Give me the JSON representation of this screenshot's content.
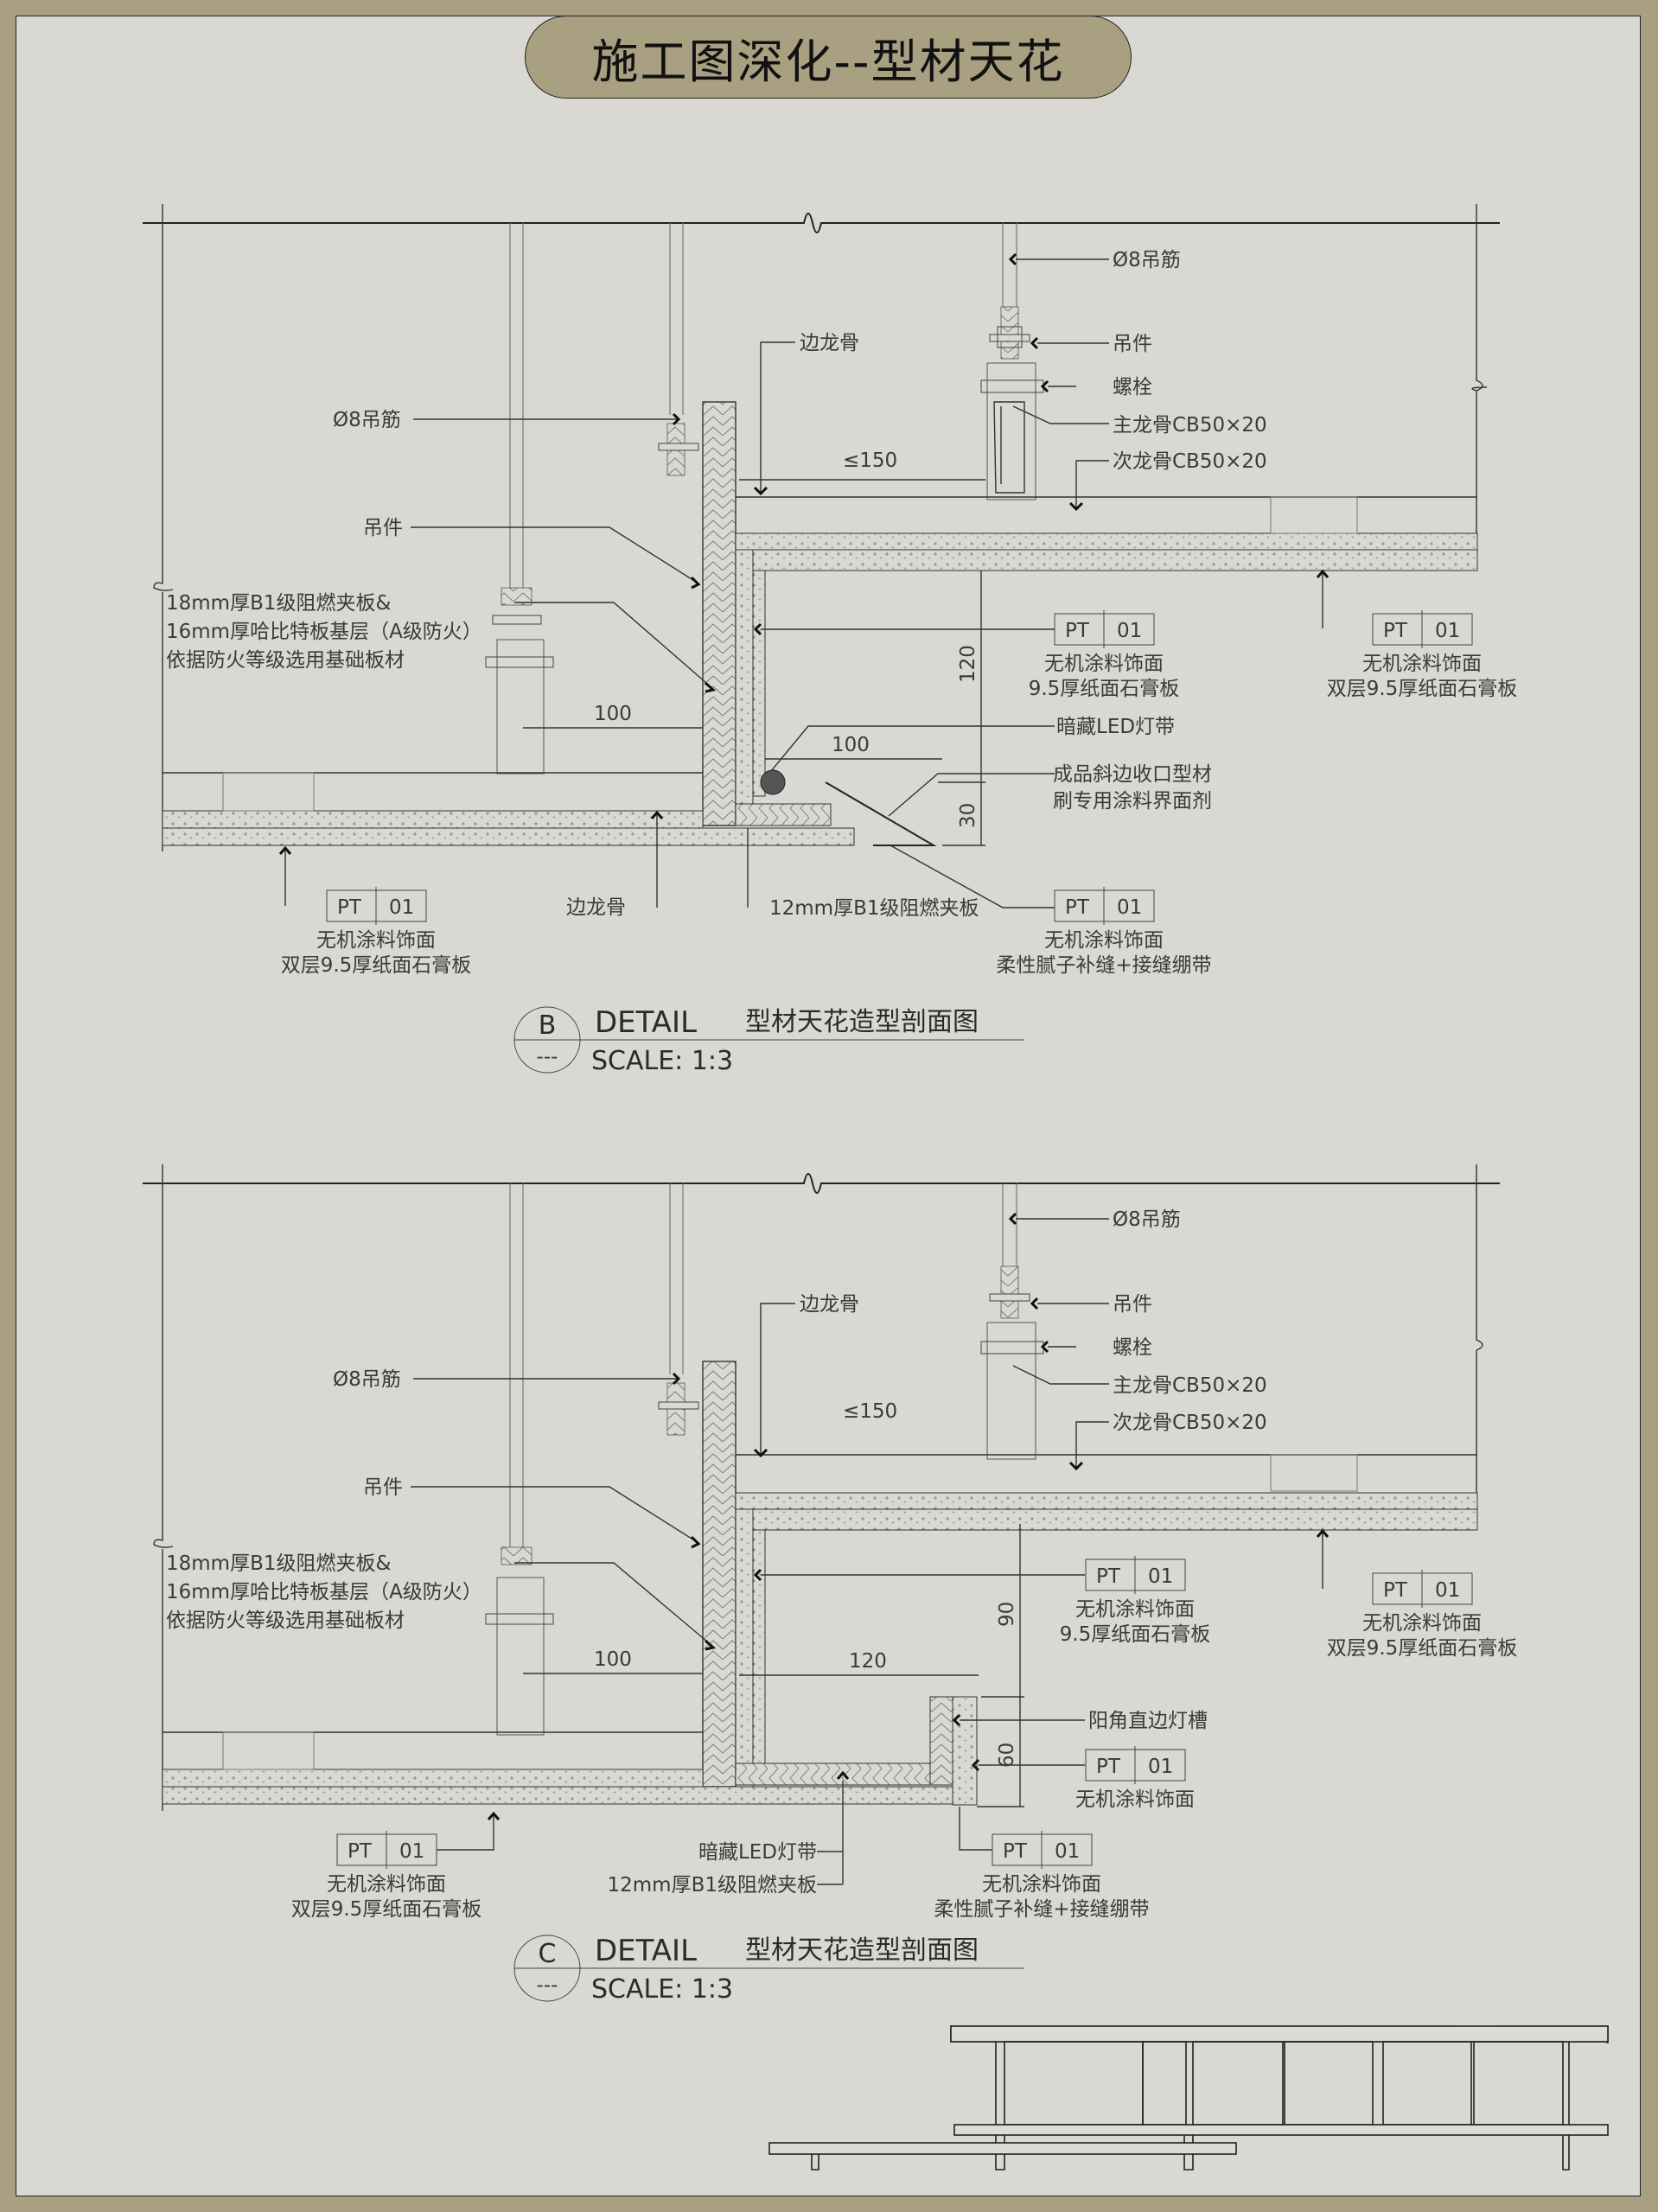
{
  "title": "施工图深化--型材天花",
  "colors": {
    "frame": "#a8a081",
    "sheet": "#d9d8d2",
    "ink": "#333333"
  },
  "detail_b": {
    "id": "B",
    "sub": "---",
    "detail_label": "DETAIL",
    "name": "型材天花造型剖面图",
    "scale": "SCALE: 1:3",
    "labels": {
      "rod_right": "Ø8吊筋",
      "hanger_right": "吊件",
      "bolt": "螺栓",
      "main_keel": "主龙骨CB50×20",
      "sub_keel": "次龙骨CB50×20",
      "edge_keel_top": "边龙骨",
      "rod_left": "Ø8吊筋",
      "hanger_left": "吊件",
      "board_line1": "18mm厚B1级阻燃夹板&",
      "board_line2": "16mm厚哈比特板基层（A级防火）",
      "board_line3": "依据防火等级选用基础板材",
      "led": "暗藏LED灯带",
      "profile_line1": "成品斜边收口型材",
      "profile_line2": "刷专用涂料界面剂",
      "edge_keel_bottom": "边龙骨",
      "ply12": "12mm厚B1级阻燃夹板"
    },
    "dims": {
      "max_spacing": "≤150",
      "d100a": "100",
      "d100b": "100",
      "d120": "120",
      "d30": "30"
    },
    "tags": [
      {
        "code": "PT",
        "num": "01",
        "line1": "无机涂料饰面",
        "line2": "9.5厚纸面石膏板"
      },
      {
        "code": "PT",
        "num": "01",
        "line1": "无机涂料饰面",
        "line2": "双层9.5厚纸面石膏板"
      },
      {
        "code": "PT",
        "num": "01",
        "line1": "无机涂料饰面",
        "line2": "双层9.5厚纸面石膏板"
      },
      {
        "code": "PT",
        "num": "01",
        "line1": "无机涂料饰面",
        "line2": "柔性腻子补缝+接缝绷带"
      }
    ]
  },
  "detail_c": {
    "id": "C",
    "sub": "---",
    "detail_label": "DETAIL",
    "name": "型材天花造型剖面图",
    "scale": "SCALE: 1:3",
    "labels": {
      "rod_right": "Ø8吊筋",
      "hanger_right": "吊件",
      "bolt": "螺栓",
      "main_keel": "主龙骨CB50×20",
      "sub_keel": "次龙骨CB50×20",
      "edge_keel_top": "边龙骨",
      "rod_left": "Ø8吊筋",
      "hanger_left": "吊件",
      "board_line1": "18mm厚B1级阻燃夹板&",
      "board_line2": "16mm厚哈比特板基层（A级防火）",
      "board_line3": "依据防火等级选用基础板材",
      "light_slot": "阳角直边灯槽",
      "led": "暗藏LED灯带",
      "ply12": "12mm厚B1级阻燃夹板"
    },
    "dims": {
      "max_spacing": "≤150",
      "d100": "100",
      "d120": "120",
      "d90": "90",
      "d60": "60"
    },
    "tags": [
      {
        "code": "PT",
        "num": "01",
        "line1": "无机涂料饰面",
        "line2": "9.5厚纸面石膏板"
      },
      {
        "code": "PT",
        "num": "01",
        "line1": "无机涂料饰面",
        "line2": "双层9.5厚纸面石膏板"
      },
      {
        "code": "PT",
        "num": "01",
        "line1": "无机涂料饰面",
        "line2": ""
      },
      {
        "code": "PT",
        "num": "01",
        "line1": "无机涂料饰面",
        "line2": "双层9.5厚纸面石膏板"
      },
      {
        "code": "PT",
        "num": "01",
        "line1": "无机涂料饰面",
        "line2": "柔性腻子补缝+接缝绷带"
      }
    ]
  },
  "decoration": {
    "name": "building-elevation-outline"
  }
}
